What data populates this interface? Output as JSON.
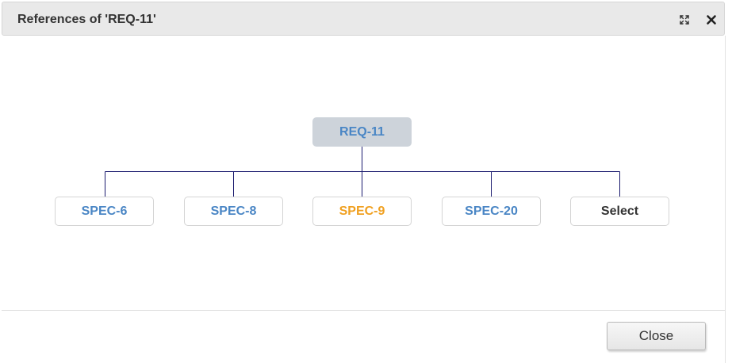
{
  "dialog": {
    "title": "References of 'REQ-11'",
    "close_label": "Close",
    "icons": {
      "maximize": "expand-arrows-icon",
      "close": "close-x-icon"
    }
  },
  "tree": {
    "root": {
      "label": "REQ-11",
      "color": "#4a86c5"
    },
    "children": [
      {
        "label": "SPEC-6",
        "color": "#4a86c5"
      },
      {
        "label": "SPEC-8",
        "color": "#4a86c5"
      },
      {
        "label": "SPEC-9",
        "color": "#f0a020"
      },
      {
        "label": "SPEC-20",
        "color": "#4a86c5"
      },
      {
        "label": "Select",
        "color": "#333333"
      }
    ]
  },
  "colors": {
    "connector": "#1a1a6e",
    "titlebar_bg": "#e9e9e9",
    "root_bg": "#cdd3da"
  }
}
